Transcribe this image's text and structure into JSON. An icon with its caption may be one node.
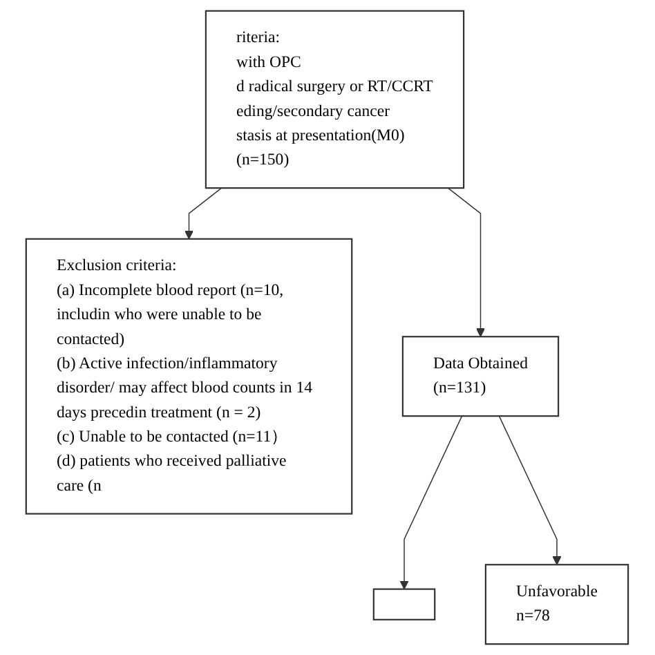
{
  "diagram": {
    "nodes": [
      {
        "text": [
          "riteria:",
          "with OPC",
          "d radical surgery or RT/CCRT",
          "eding/secondary cancer",
          "stasis at presentation(M0)",
          "(n=150)"
        ]
      },
      {
        "text": [
          "Exclusion criteria:",
          "(a) Incomplete blood report (n=10, includin who were unable to be contacted)",
          "(b) Active infection/inflammatory disorder/ may affect blood counts in 14 days precedin treatment (n = 2)",
          "(c) Unable to be contacted (n=11）",
          "(d) patients who received palliative care (n"
        ]
      },
      {
        "text": [
          "Data Obtained",
          "(n=131)"
        ]
      },
      {
        "text": [],
        "shape": "box"
      },
      {
        "text": [
          "Unfavorable",
          "n=78"
        ]
      }
    ],
    "edges": [
      {
        "from": 0,
        "to": 1,
        "arrow": "to"
      },
      {
        "from": 0,
        "to": 2,
        "arrow": "to"
      },
      {
        "from": 2,
        "to": 3,
        "arrow": "to"
      },
      {
        "from": 2,
        "to": 4,
        "arrow": "to"
      }
    ]
  }
}
